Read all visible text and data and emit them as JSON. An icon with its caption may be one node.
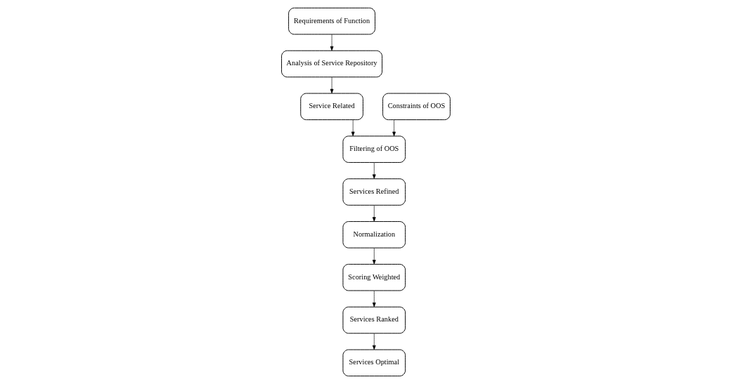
{
  "diagram": {
    "nodes": [
      {
        "text": [
          "Requirements of Function"
        ]
      },
      {
        "text": [
          "Analysis of Service Repository"
        ]
      },
      {
        "text": [
          "Service Related"
        ]
      },
      {
        "text": [
          "Constraints of OOS"
        ]
      },
      {
        "text": [
          "Filtering of OOS"
        ]
      },
      {
        "text": [
          "Services Refined"
        ]
      },
      {
        "text": [
          "Normalization"
        ]
      },
      {
        "text": [
          "Scoring Weighted"
        ]
      },
      {
        "text": [
          "Services Ranked"
        ]
      },
      {
        "text": [
          "Services Optimal"
        ]
      }
    ],
    "edges": [
      {
        "from": 0,
        "to": 1,
        "arrow": "to"
      },
      {
        "from": 1,
        "to": 2,
        "arrow": "to"
      },
      {
        "from": 2,
        "to": 4,
        "arrow": "to"
      },
      {
        "from": 3,
        "to": 4,
        "arrow": "to"
      },
      {
        "from": 4,
        "to": 5,
        "arrow": "to"
      },
      {
        "from": 5,
        "to": 6,
        "arrow": "to"
      },
      {
        "from": 6,
        "to": 7,
        "arrow": "to"
      },
      {
        "from": 7,
        "to": 8,
        "arrow": "to"
      },
      {
        "from": 8,
        "to": 9,
        "arrow": "to"
      }
    ]
  }
}
